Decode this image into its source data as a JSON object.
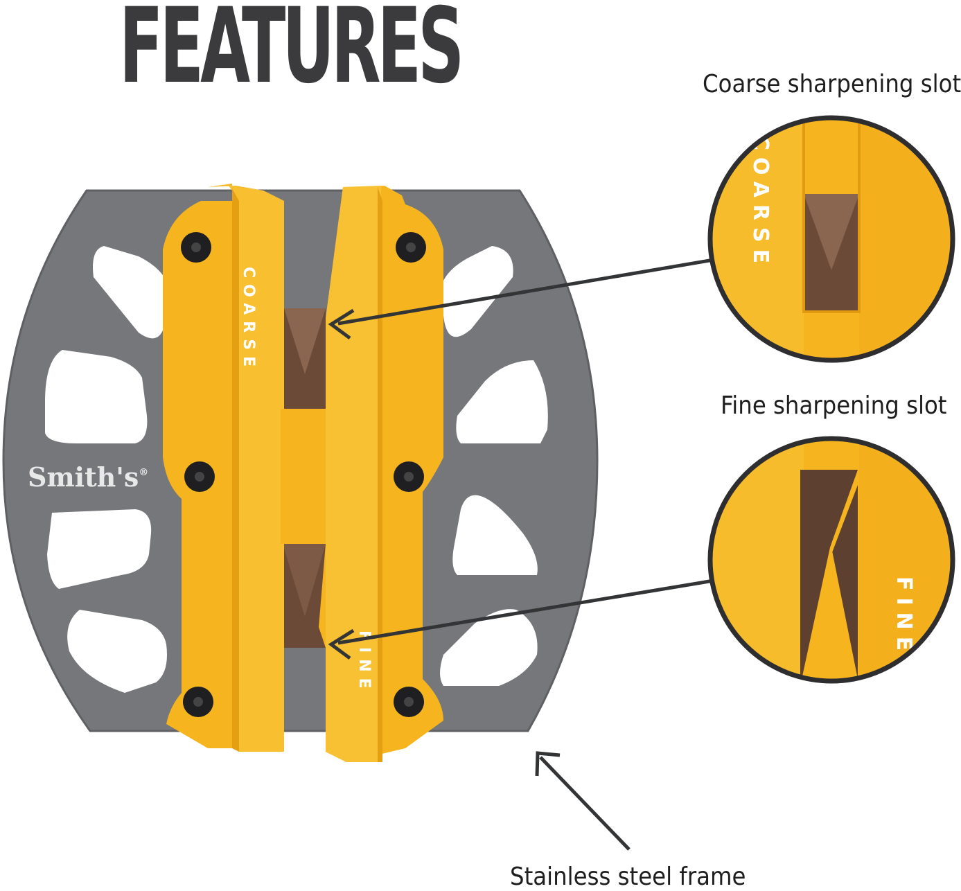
{
  "page": {
    "title": "FEATURES"
  },
  "callouts": {
    "coarse_slot": "Coarse sharpening slot",
    "fine_slot": "Fine sharpening slot",
    "frame": "Stainless steel frame"
  },
  "product": {
    "brand": "Smith's",
    "registered_mark": "®",
    "coarse_label": "COARSE",
    "fine_label": "FINE",
    "colors": {
      "frame": "#76777a",
      "frame_edge": "#5f6063",
      "housing": "#f6b51f",
      "housing_shade": "#e59f12",
      "stone": "#6b4a38",
      "screw": "#1f1f21",
      "callout_line": "#333436",
      "title": "#3b3b3d"
    }
  }
}
